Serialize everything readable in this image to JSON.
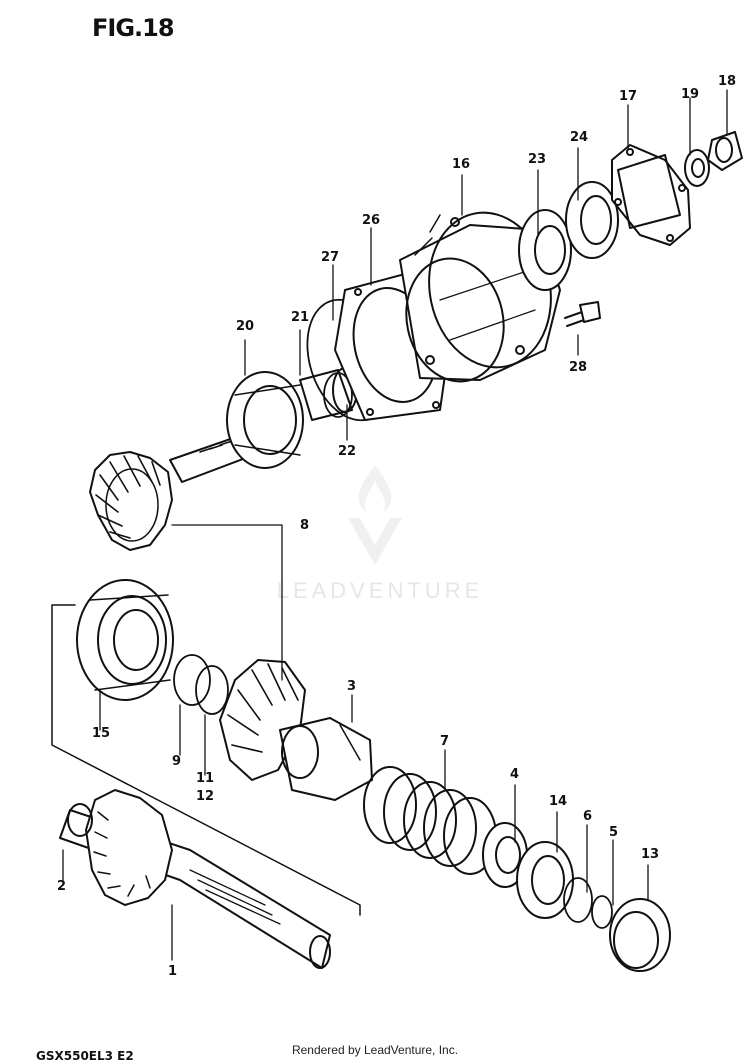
{
  "figure": {
    "title": "FIG.18"
  },
  "callouts": [
    {
      "id": "1",
      "label": "1"
    },
    {
      "id": "2",
      "label": "2"
    },
    {
      "id": "3",
      "label": "3"
    },
    {
      "id": "4",
      "label": "4"
    },
    {
      "id": "5",
      "label": "5"
    },
    {
      "id": "6",
      "label": "6"
    },
    {
      "id": "7",
      "label": "7"
    },
    {
      "id": "8",
      "label": "8"
    },
    {
      "id": "9",
      "label": "9"
    },
    {
      "id": "11",
      "label": "11"
    },
    {
      "id": "12",
      "label": "12"
    },
    {
      "id": "13",
      "label": "13"
    },
    {
      "id": "14",
      "label": "14"
    },
    {
      "id": "15",
      "label": "15"
    },
    {
      "id": "16",
      "label": "16"
    },
    {
      "id": "17",
      "label": "17"
    },
    {
      "id": "18",
      "label": "18"
    },
    {
      "id": "19",
      "label": "19"
    },
    {
      "id": "20",
      "label": "20"
    },
    {
      "id": "21",
      "label": "21"
    },
    {
      "id": "22",
      "label": "22"
    },
    {
      "id": "23",
      "label": "23"
    },
    {
      "id": "24",
      "label": "24"
    },
    {
      "id": "26",
      "label": "26"
    },
    {
      "id": "27",
      "label": "27"
    },
    {
      "id": "28",
      "label": "28"
    }
  ],
  "watermark": {
    "text": "LEADVENTURE"
  },
  "footer": {
    "rendered_by": "Rendered by LeadVenture, Inc.",
    "model_code": "GSX550EL3 E2"
  }
}
